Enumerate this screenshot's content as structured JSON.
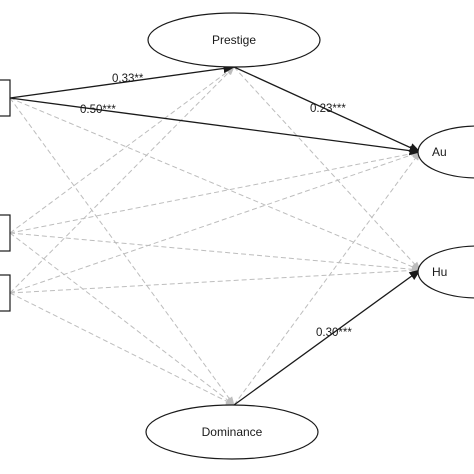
{
  "nodes": {
    "prestige": {
      "label": "Prestige"
    },
    "dominance": {
      "label": "Dominance"
    },
    "au": {
      "label": "Au"
    },
    "hu": {
      "label": "Hu"
    },
    "left1": {
      "label": ""
    },
    "left2": {
      "label": ""
    },
    "left3": {
      "label": ""
    }
  },
  "significant_paths": [
    {
      "from": "left1",
      "to": "prestige",
      "coefficient": "0.33**"
    },
    {
      "from": "left1",
      "to": "au",
      "coefficient": "0.50***"
    },
    {
      "from": "prestige",
      "to": "au",
      "coefficient": "0.23***"
    },
    {
      "from": "dominance",
      "to": "hu",
      "coefficient": "0.30***"
    }
  ],
  "nonsignificant_paths": [
    {
      "from": "left1",
      "to": "dominance"
    },
    {
      "from": "left1",
      "to": "hu"
    },
    {
      "from": "left2",
      "to": "prestige"
    },
    {
      "from": "left2",
      "to": "dominance"
    },
    {
      "from": "left2",
      "to": "au"
    },
    {
      "from": "left2",
      "to": "hu"
    },
    {
      "from": "left3",
      "to": "prestige"
    },
    {
      "from": "left3",
      "to": "dominance"
    },
    {
      "from": "left3",
      "to": "au"
    },
    {
      "from": "left3",
      "to": "hu"
    },
    {
      "from": "prestige",
      "to": "hu"
    },
    {
      "from": "dominance",
      "to": "au"
    }
  ],
  "colors": {
    "significant": "#1a1a1a",
    "nonsignificant": "#bdbdbd"
  }
}
